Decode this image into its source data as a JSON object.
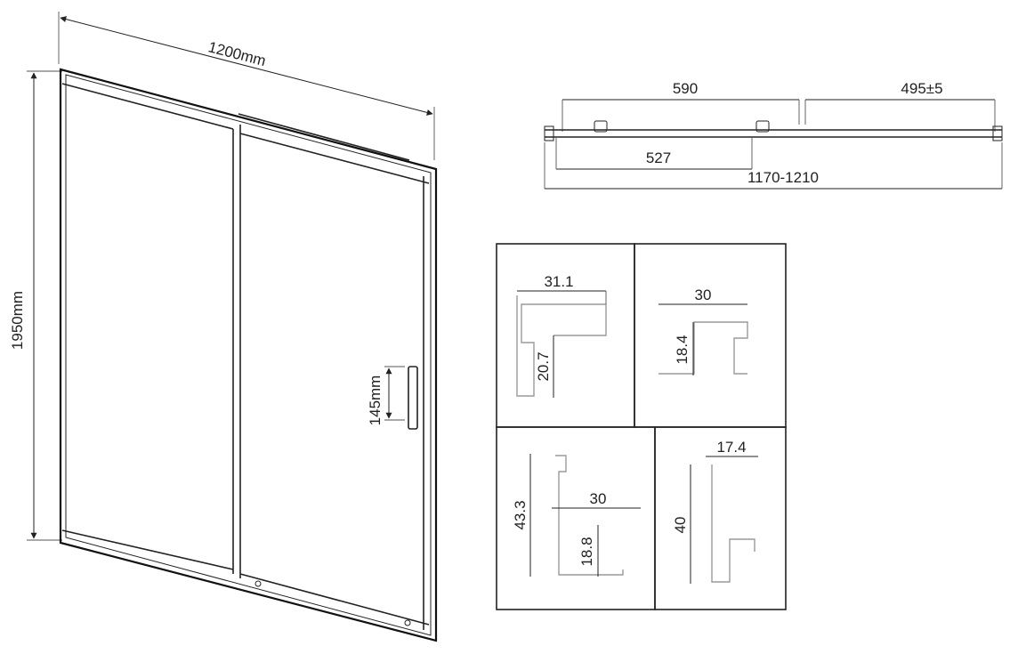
{
  "front_view": {
    "width_label": "1200mm",
    "height_label": "1950mm",
    "handle_label": "145mm"
  },
  "top_view": {
    "door_width": "590",
    "fixed_offset": "495±5",
    "inner_width": "527",
    "total_range": "1170-1210"
  },
  "profiles": {
    "p1": {
      "width": "31.1",
      "height": "20.7"
    },
    "p2": {
      "width": "30",
      "height": "18.4"
    },
    "p3": {
      "height_total": "43.3",
      "width": "30",
      "height": "18.8"
    },
    "p4": {
      "width": "17.4",
      "height": "40"
    }
  }
}
